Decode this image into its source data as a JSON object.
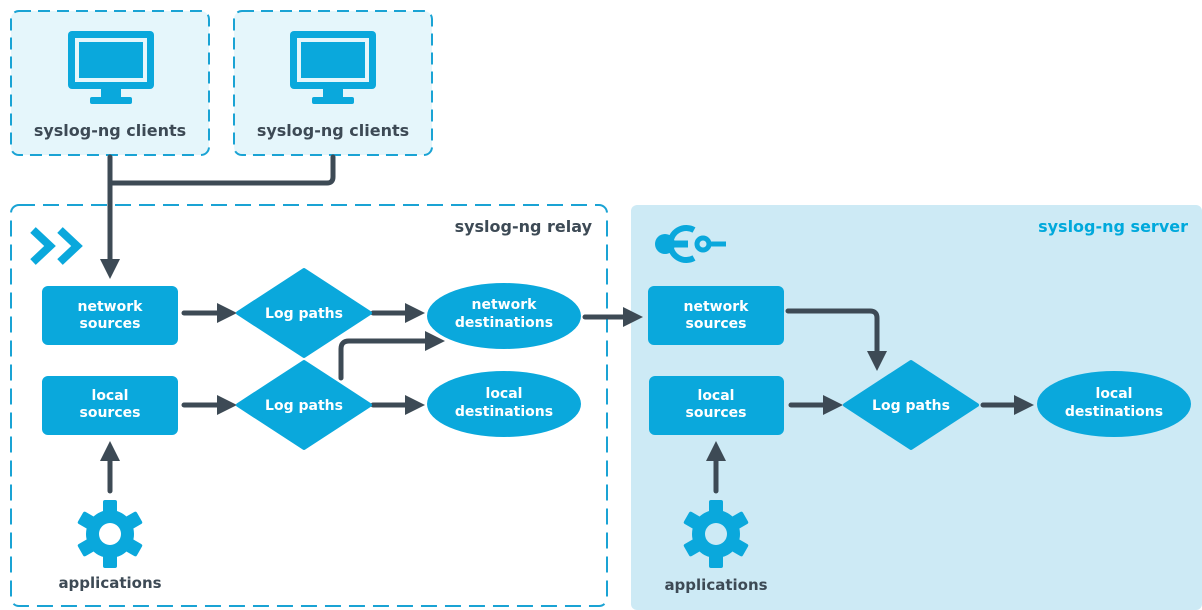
{
  "colors": {
    "accent": "#0aa8dc",
    "arrow": "#3d4a55",
    "client_fill": "#e5f6fb",
    "server_fill": "#cdeaf5",
    "relay_border": "#1aa3d4"
  },
  "clients": [
    {
      "label": "syslog-ng clients",
      "icon": "monitor-icon"
    },
    {
      "label": "syslog-ng clients",
      "icon": "monitor-icon"
    }
  ],
  "relay": {
    "title": "syslog-ng relay",
    "icon": "relay-chevrons-icon",
    "network_sources": [
      "network",
      "sources"
    ],
    "local_sources": [
      "local",
      "sources"
    ],
    "log_paths_1": "Log paths",
    "log_paths_2": "Log paths",
    "network_destinations": [
      "network",
      "destinations"
    ],
    "local_destinations": [
      "local",
      "destinations"
    ],
    "applications": "applications",
    "applications_icon": "gear-icon"
  },
  "server": {
    "title": "syslog-ng server",
    "icon": "server-plug-icon",
    "network_sources": [
      "network",
      "sources"
    ],
    "local_sources": [
      "local",
      "sources"
    ],
    "log_paths": "Log paths",
    "local_destinations": [
      "local",
      "destinations"
    ],
    "applications": "applications",
    "applications_icon": "gear-icon"
  }
}
